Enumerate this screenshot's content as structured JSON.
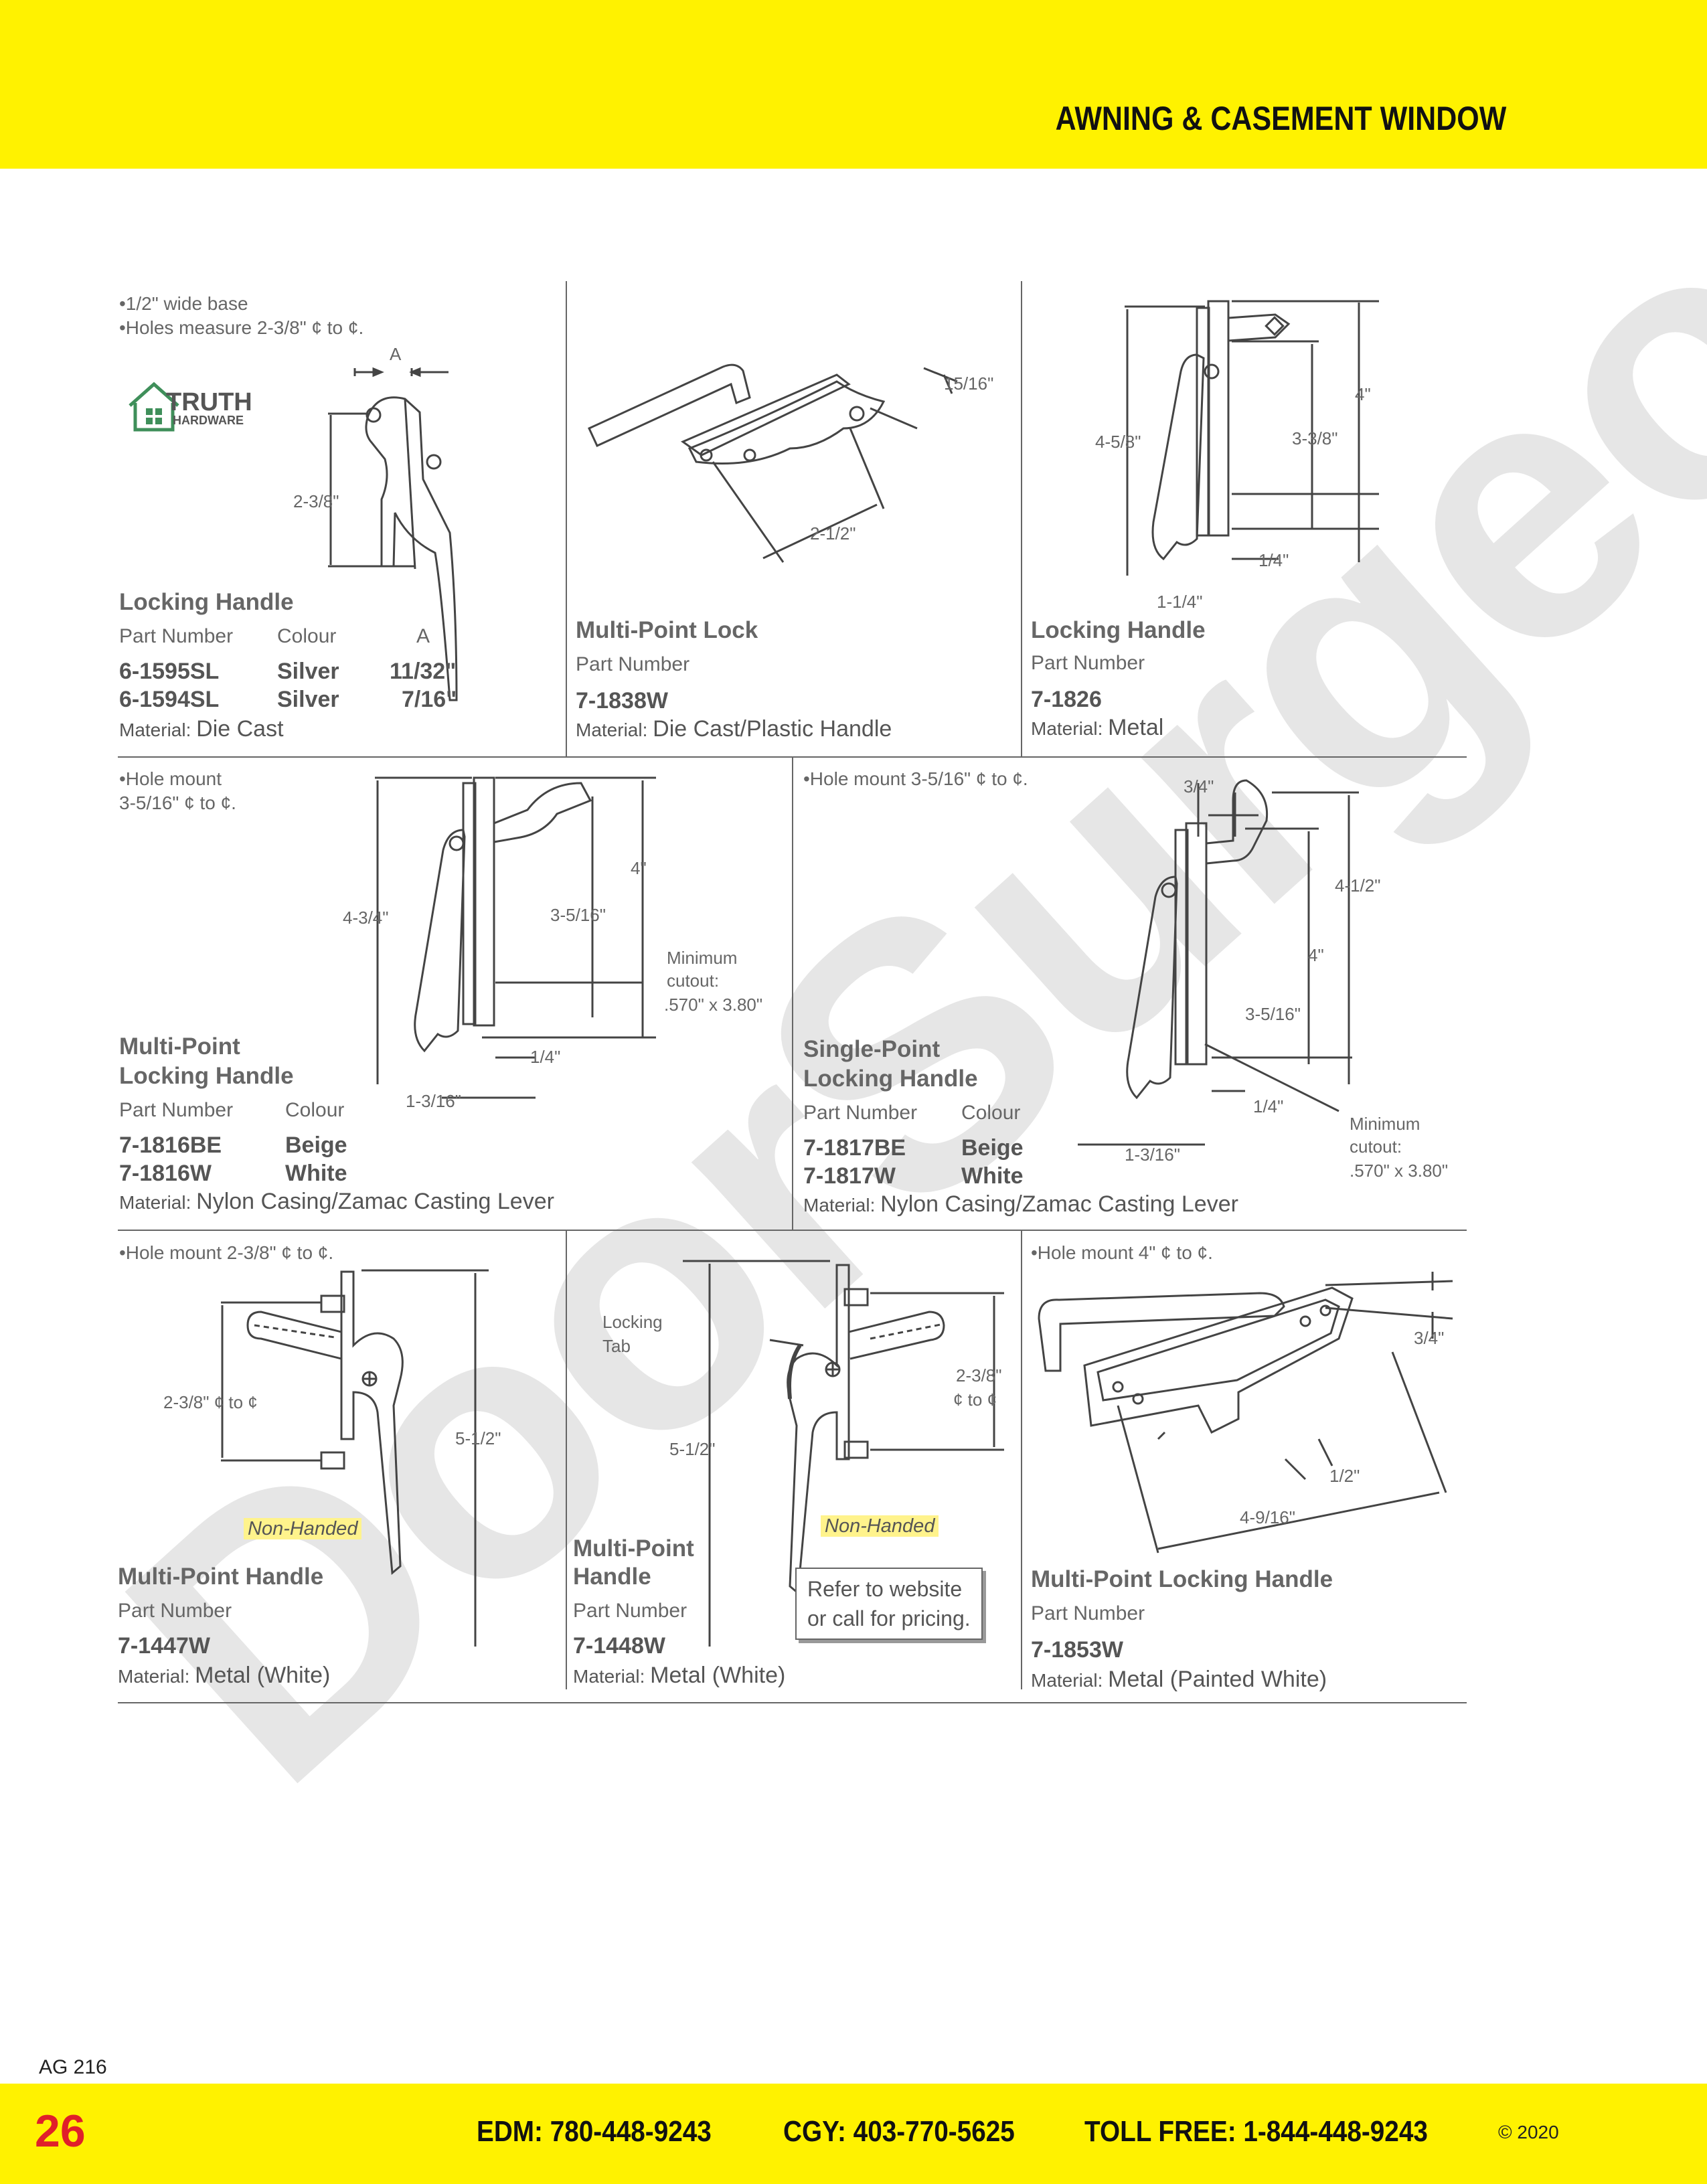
{
  "header": {
    "title": "AWNING & CASEMENT WINDOW"
  },
  "footer": {
    "page_number": "26",
    "edm": "EDM: 780-448-9243",
    "cgy": "CGY: 403-770-5625",
    "toll_free": "TOLL FREE: 1-844-448-9243",
    "copyright": "© 2020",
    "catalog_code": "AG 216"
  },
  "watermark": "DoorSurgeon.com",
  "brand_logo": {
    "line1": "TRUTH",
    "line2": "HARDWARE"
  },
  "products": {
    "p1": {
      "notes": [
        "•1/2\" wide base",
        "•Holes measure 2-3/8\" ¢ to ¢."
      ],
      "title": "Locking Handle",
      "col_part": "Part Number",
      "col_colour": "Colour",
      "col_a": "A",
      "rows": [
        {
          "part": "6-1595SL",
          "colour": "Silver",
          "a": "11/32\""
        },
        {
          "part": "6-1594SL",
          "colour": "Silver",
          "a": "7/16\""
        }
      ],
      "material_label": "Material:",
      "material": "Die Cast",
      "dims": {
        "a": "A",
        "height": "2-3/8\""
      }
    },
    "p2": {
      "title": "Multi-Point Lock",
      "part_label": "Part Number",
      "part": "7-1838W",
      "material_label": "Material:",
      "material": "Die Cast/Plastic Handle",
      "dims": {
        "width": "15/16\"",
        "length": "2-1/2\""
      }
    },
    "p3": {
      "title": "Locking Handle",
      "part_label": "Part Number",
      "part": "7-1826",
      "material_label": "Material:",
      "material": "Metal",
      "dims": {
        "overall": "4-5/8\"",
        "d4": "4\"",
        "d338": "3-3/8\"",
        "d14": "1/4\"",
        "d114": "1-1/4\""
      }
    },
    "p4": {
      "notes": [
        "•Hole mount",
        " 3-5/16\" ¢ to ¢."
      ],
      "title_l1": "Multi-Point",
      "title_l2": "Locking Handle",
      "col_part": "Part Number",
      "col_colour": "Colour",
      "rows": [
        {
          "part": "7-1816BE",
          "colour": "Beige"
        },
        {
          "part": "7-1816W",
          "colour": "White"
        }
      ],
      "material_label": "Material:",
      "material": "Nylon Casing/Zamac Casting Lever",
      "dims": {
        "overall": "4-3/4\"",
        "d4": "4\"",
        "d3516": "3-5/16\"",
        "d14": "1/4\"",
        "d1316": "1-3/16\"",
        "cut1": "Minimum",
        "cut2": "cutout:",
        "cut3": ".570\" x 3.80\""
      }
    },
    "p5": {
      "note": "•Hole mount 3-5/16\" ¢ to ¢.",
      "title_l1": "Single-Point",
      "title_l2": "Locking Handle",
      "col_part": "Part Number",
      "col_colour": "Colour",
      "rows": [
        {
          "part": "7-1817BE",
          "colour": "Beige"
        },
        {
          "part": "7-1817W",
          "colour": "White"
        }
      ],
      "material_label": "Material:",
      "material": "Nylon Casing/Zamac Casting Lever",
      "dims": {
        "d34": "3/4\"",
        "d412": "4-1/2\"",
        "d4": "4\"",
        "d3516": "3-5/16\"",
        "d14": "1/4\"",
        "d1316": "1-3/16\"",
        "cut1": "Minimum",
        "cut2": "cutout:",
        "cut3": ".570\" x 3.80\""
      }
    },
    "p6": {
      "note": "•Hole mount 2-3/8\" ¢ to ¢.",
      "badge": "Non-Handed",
      "title": "Multi-Point Handle",
      "part_label": "Part Number",
      "part": "7-1447W",
      "material_label": "Material:",
      "material": "Metal (White)",
      "dims": {
        "centers": "2-3/8\" ¢ to ¢",
        "length": "5-1/2\""
      }
    },
    "p7": {
      "badge": "Non-Handed",
      "title_l1": "Multi-Point",
      "title_l2": "Handle",
      "part_label": "Part Number",
      "part": "7-1448W",
      "material_label": "Material:",
      "material": "Metal (White)",
      "dims": {
        "tab1": "Locking",
        "tab2": "Tab",
        "length": "5-1/2\"",
        "c1": "2-3/8\"",
        "c2": "¢ to ¢"
      },
      "pricing_l1": "Refer to website",
      "pricing_l2": "or call for pricing."
    },
    "p8": {
      "note": "•Hole mount 4\" ¢ to ¢.",
      "title": "Multi-Point Locking Handle",
      "part_label": "Part Number",
      "part": "7-1853W",
      "material_label": "Material:",
      "material": "Metal (Painted White)",
      "dims": {
        "d34": "3/4\"",
        "d12": "1/2\"",
        "d4916": "4-9/16\""
      }
    }
  }
}
